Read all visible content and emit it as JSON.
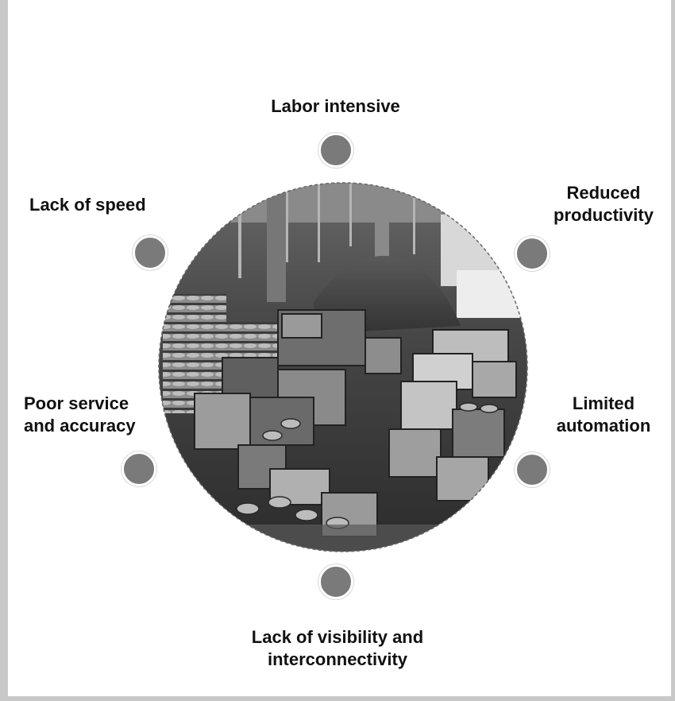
{
  "diagram": {
    "center_image": "black-and-white photo of a cluttered warehouse with stacked crates and barrels",
    "colors": {
      "node_fill": "#7a7a7a",
      "frame": "#c8c8c8",
      "label_text": "#111111"
    },
    "labels": {
      "top": "Labor intensive",
      "top_right": "Reduced\nproductivity",
      "right": "Limited\nautomation",
      "bottom": "Lack of visibility and\ninterconnectivity",
      "left": "Poor service\nand accuracy",
      "top_left": "Lack of speed"
    }
  }
}
